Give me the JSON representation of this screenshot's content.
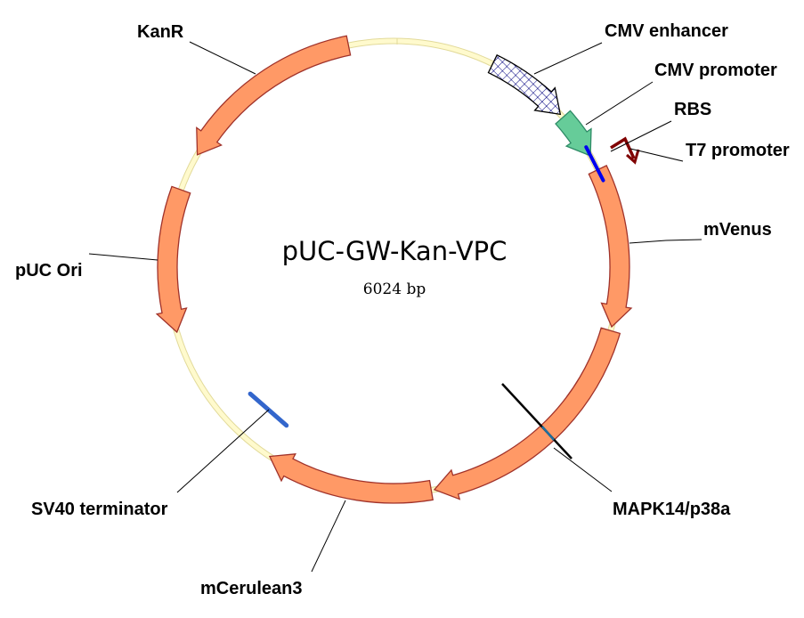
{
  "plasmid": {
    "name": "pUC-GW-Kan-VPC",
    "size_label": "6024 bp"
  },
  "colors": {
    "backbone_fill": "#FFFACD",
    "backbone_stroke": "#E2DA9A",
    "cds_fill": "#FF9966",
    "cds_stroke": "#A0322A",
    "promoter_fill": "#66CC99",
    "promoter_stroke": "#2E8B66",
    "enhancer_pattern": "#000080",
    "rbs": "#0000EE",
    "terminator": "#3366CC",
    "t7": "#800000",
    "mapk_marker": "#000000",
    "mapk_inner": "#1F6F9F"
  },
  "features": [
    {
      "id": "kanr",
      "label": "KanR",
      "type": "CDS",
      "direction": "reverse"
    },
    {
      "id": "cmv-enhancer",
      "label": "CMV enhancer",
      "type": "enhancer",
      "direction": "forward"
    },
    {
      "id": "cmv-promoter",
      "label": "CMV promoter",
      "type": "promoter",
      "direction": "forward"
    },
    {
      "id": "rbs",
      "label": "RBS",
      "type": "RBS",
      "direction": "none"
    },
    {
      "id": "t7-promoter",
      "label": "T7 promoter",
      "type": "promoter",
      "direction": "forward"
    },
    {
      "id": "mvenus",
      "label": "mVenus",
      "type": "CDS",
      "direction": "forward"
    },
    {
      "id": "mapk14",
      "label": "MAPK14/p38a",
      "type": "CDS",
      "direction": "forward"
    },
    {
      "id": "mcerulean3",
      "label": "mCerulean3",
      "type": "CDS",
      "direction": "forward"
    },
    {
      "id": "sv40-terminator",
      "label": "SV40 terminator",
      "type": "terminator",
      "direction": "none"
    },
    {
      "id": "puc-ori",
      "label": "pUC Ori",
      "type": "rep_origin",
      "direction": "reverse"
    }
  ]
}
